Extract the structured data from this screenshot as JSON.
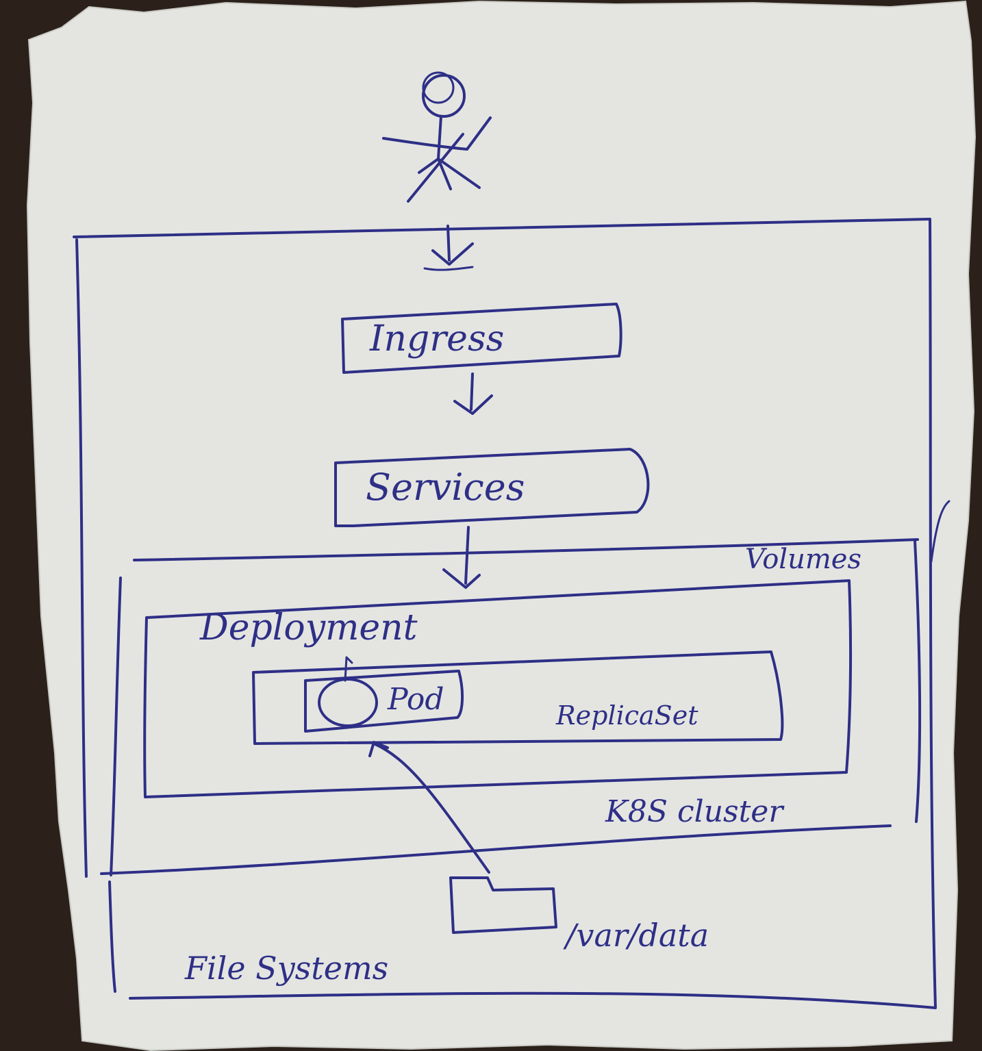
{
  "diagram": {
    "ink_color": "#2e2f86",
    "paper_color": "#e4e5e1",
    "background_color": "#2b211a",
    "nodes": {
      "user": {
        "icon": "stick-figure-user-icon"
      },
      "ingress": {
        "label": "Ingress"
      },
      "services": {
        "label": "Services"
      },
      "volumes": {
        "label": "Volumes"
      },
      "deployment": {
        "label": "Deployment"
      },
      "pod": {
        "label": "Pod"
      },
      "replicaset": {
        "label": "ReplicaSet"
      },
      "k8s_cluster": {
        "label": "K8S cluster"
      },
      "var_data": {
        "label": "/var/data",
        "icon": "folder-icon"
      },
      "file_system": {
        "label": "File Systems"
      }
    },
    "edges": [
      {
        "from": "user",
        "to": "ingress"
      },
      {
        "from": "ingress",
        "to": "services"
      },
      {
        "from": "services",
        "to": "deployment"
      },
      {
        "from": "var_data",
        "to": "pod"
      }
    ]
  }
}
